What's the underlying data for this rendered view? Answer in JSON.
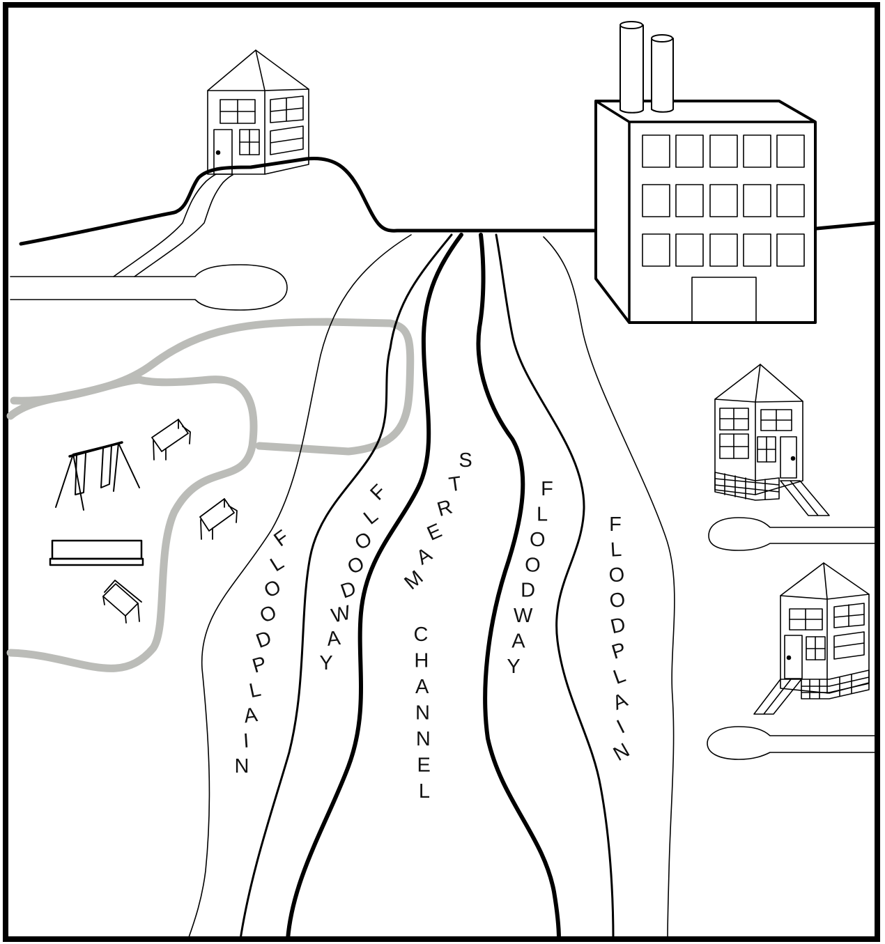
{
  "labels": {
    "left_floodplain": "FLOODPLAIN",
    "left_floodway": "FLOODWAY",
    "stream_channel_1": "STREAM",
    "stream_channel_2": "CHANNEL",
    "right_floodway": "FLOODWAY",
    "right_floodplain": "FLOODPLAIN"
  },
  "colors": {
    "ink": "#000000",
    "road_gray": "#bbbcb8",
    "background": "#ffffff"
  },
  "icons": {
    "hill_house": "house-icon",
    "factory": "factory-icon",
    "swing_set": "swing-set-icon",
    "bench": "bench-icon",
    "picnic_table": "picnic-table-icon",
    "raised_house": "raised-house-icon",
    "driveway": "driveway-icon"
  }
}
